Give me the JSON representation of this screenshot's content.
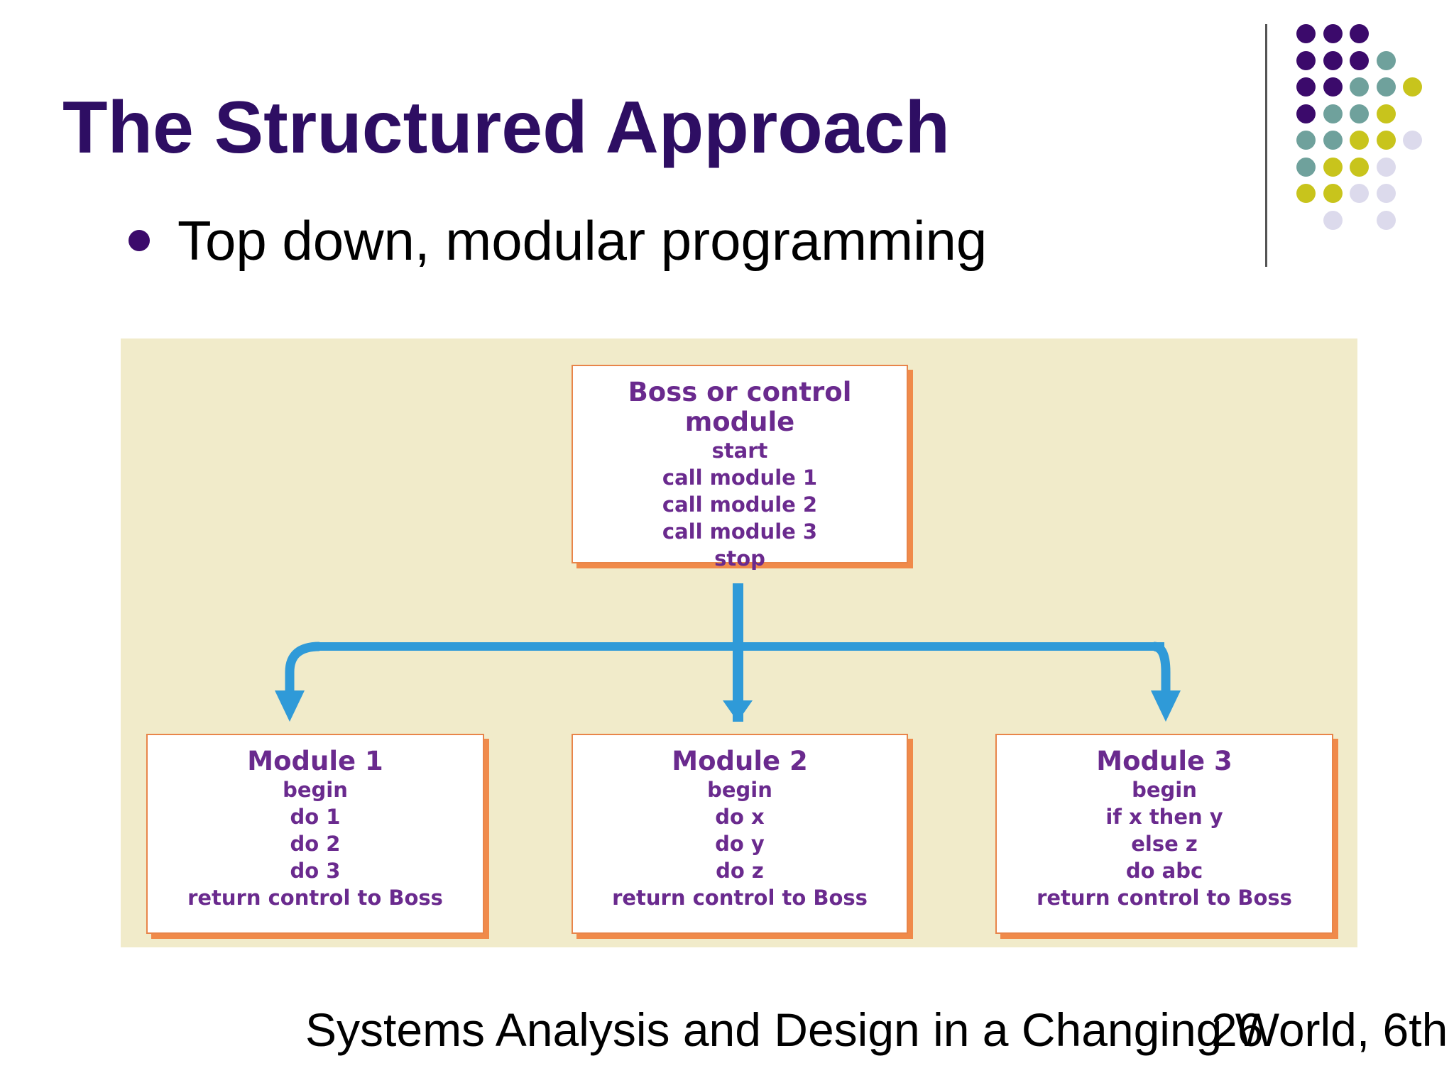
{
  "slide": {
    "title": "The Structured Approach",
    "bullet": "Top down, modular programming",
    "footer": "Systems Analysis and Design in a Changing World, 6th",
    "page_number": "26"
  },
  "colors": {
    "title": "#2e0e63",
    "purple": "#3b0a6b",
    "teal": "#6fa19c",
    "yellow": "#c8c41c",
    "lavender": "#dcdaec",
    "panel": "#f1ebca",
    "box_border": "#e8854a",
    "arrow": "#2f9ad8",
    "box_text": "#6a2a8e"
  },
  "diagram": {
    "boss": {
      "title": "Boss or control module",
      "lines": [
        "start",
        "call module 1",
        "call module 2",
        "call module 3",
        "stop"
      ]
    },
    "modules": [
      {
        "title": "Module 1",
        "lines": [
          "begin",
          "do 1",
          "do 2",
          "do 3",
          "return control to Boss"
        ]
      },
      {
        "title": "Module 2",
        "lines": [
          "begin",
          "do x",
          "do y",
          "do z",
          "return control to Boss"
        ]
      },
      {
        "title": "Module 3",
        "lines": [
          "begin",
          "if x then y",
          "else z",
          "do abc",
          "return control to Boss"
        ]
      }
    ]
  }
}
